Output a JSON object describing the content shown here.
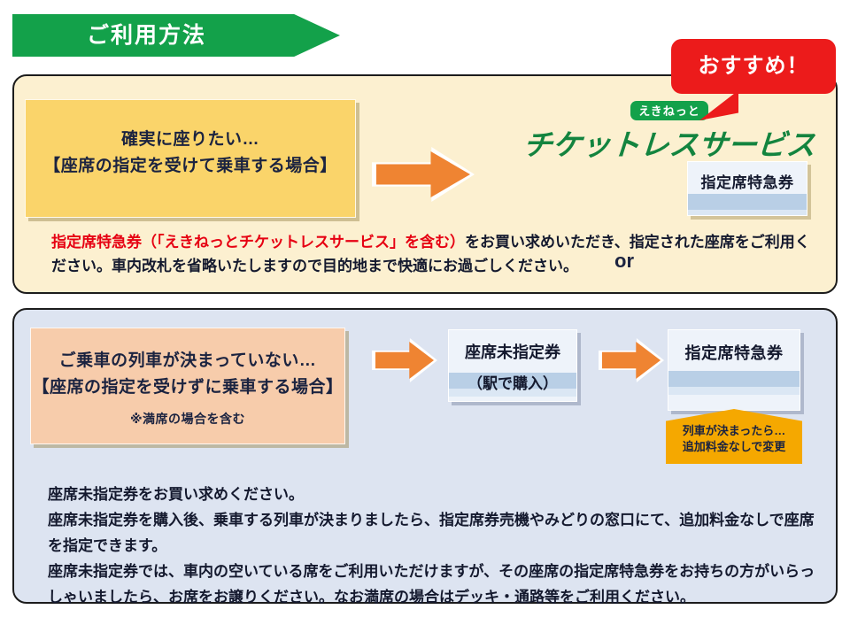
{
  "header": {
    "banner_label": "ご利用方法"
  },
  "recommend": {
    "label": "おすすめ！"
  },
  "section_reserved": {
    "condition": {
      "line1": "確実に座りたい…",
      "line2": "【座席の指定を受けて乗車する場合】"
    },
    "logo": {
      "badge": "えきねっと",
      "wordmark": "チケットレスサービス"
    },
    "or_label": "or",
    "ticket": {
      "label": "指定席特急券"
    },
    "description": {
      "highlight": "指定席特急券（「えきねっとチケットレスサービス」を含む）",
      "rest": "をお買い求めいただき、指定された座席をご利用ください。車内改札を省略いたしますので目的地まで快適にお過ごしください。"
    }
  },
  "section_unreserved": {
    "condition": {
      "line1": "ご乗車の列車が決まっていない…",
      "line2": "【座席の指定を受けずに乗車する場合】",
      "note": "※満席の場合を含む"
    },
    "ticket_unassigned": {
      "label_line1": "座席未指定券",
      "label_line2": "（駅で購入）"
    },
    "ticket_reserved": {
      "label": "指定席特急券"
    },
    "callout": {
      "line1": "列車が決まったら…",
      "line2": "追加料金なしで変更"
    },
    "description": "座席未指定券をお買い求めください。\n座席未指定券を購入後、乗車する列車が決まりましたら、指定席券売機やみどりの窓口にて、追加料金なしで座席を指定できます。\n座席未指定券では、車内の空いている席をご利用いただけますが、その座席の指定席特急券をお持ちの方がいらっしゃいましたら、お席をお譲りください。なお満席の場合はデッキ・通路等をご利用ください。"
  },
  "colors": {
    "brand_green": "#13a14a",
    "accent_orange": "#ef8432",
    "alert_red": "#ec1b1b",
    "callout_amber": "#f5a800",
    "panel_cream": "#fcf0d0",
    "panel_blue": "#dde4f1",
    "box_yellow": "#fad46a",
    "box_peach": "#f7ccab"
  }
}
